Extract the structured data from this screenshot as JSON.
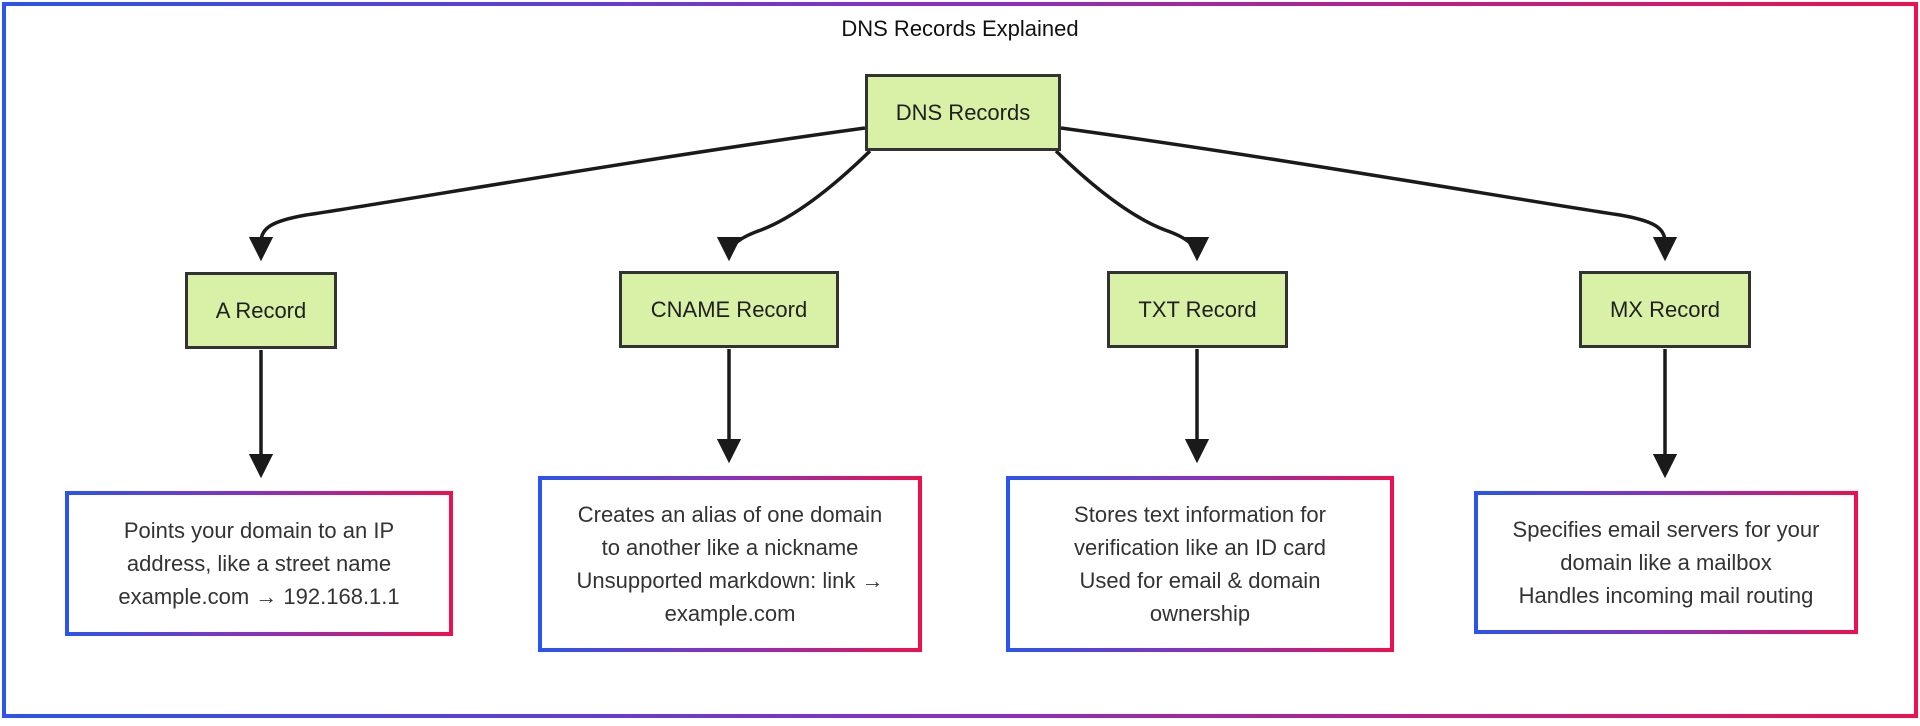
{
  "diagram": {
    "title": "DNS Records Explained",
    "root": {
      "label": "DNS Records"
    },
    "children": [
      {
        "label": "A Record",
        "desc_lines": [
          "Points your domain to an IP",
          "address, like a street name",
          "example.com → 192.168.1.1"
        ]
      },
      {
        "label": "CNAME Record",
        "desc_lines": [
          "Creates an alias of one domain",
          "to another like a nickname",
          "Unsupported markdown: link →",
          "example.com"
        ]
      },
      {
        "label": "TXT Record",
        "desc_lines": [
          "Stores text information for",
          "verification like an ID card",
          "Used for email & domain",
          "ownership"
        ]
      },
      {
        "label": "MX Record",
        "desc_lines": [
          "Specifies email servers for your",
          "domain like a mailbox",
          "Handles incoming mail routing"
        ]
      }
    ],
    "colors": {
      "node_fill": "#d9f1a7",
      "node_border": "#333333",
      "edge": "#1a1a1a",
      "frame_gradient_start": "#2b53ee",
      "frame_gradient_mid": "#8b2fc0",
      "frame_gradient_end": "#ec104f",
      "text": "#333333"
    }
  }
}
